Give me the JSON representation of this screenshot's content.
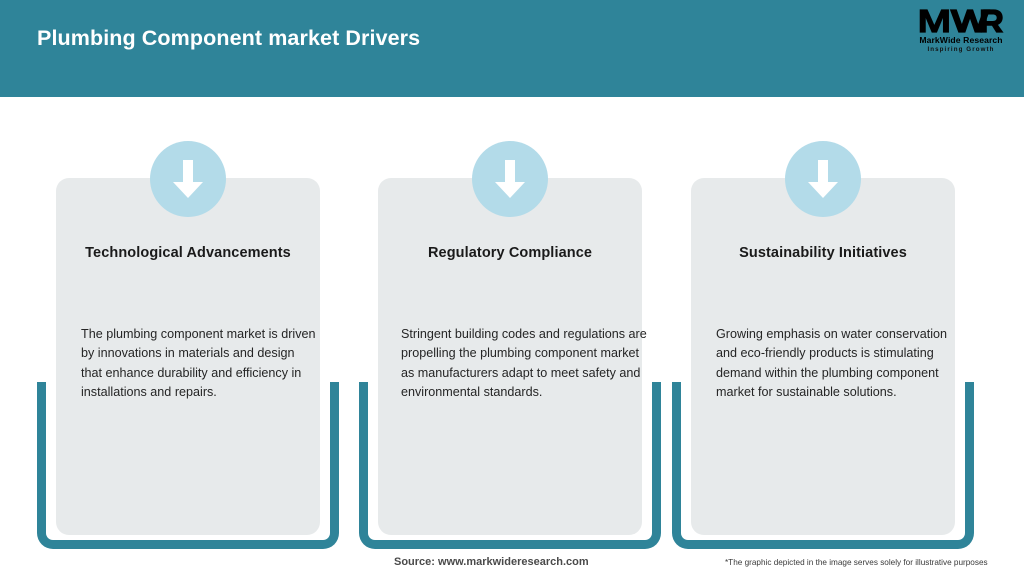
{
  "header": {
    "title": "Plumbing Component market Drivers",
    "background_color": "#2f8499",
    "title_color": "#ffffff"
  },
  "logo": {
    "mark_text": "MWR",
    "name": "MarkWide Research",
    "tagline": "Inspiring Growth"
  },
  "cards": [
    {
      "icon": "down-arrow-icon",
      "title": "Technological Advancements",
      "body": "The plumbing component market is driven by innovations in materials and design that enhance durability and efficiency in installations and repairs."
    },
    {
      "icon": "down-arrow-icon",
      "title": "Regulatory Compliance",
      "body": "Stringent building codes and regulations are propelling the plumbing component market as manufacturers adapt to meet safety and environmental standards."
    },
    {
      "icon": "down-arrow-icon",
      "title": "Sustainability Initiatives",
      "body": "Growing emphasis on water conservation and eco-friendly products is stimulating demand within the plumbing component market for sustainable solutions."
    }
  ],
  "footer": {
    "source": "Source: www.markwideresearch.com",
    "disclaimer": "*The graphic depicted in the image serves solely for illustrative purposes"
  },
  "colors": {
    "teal": "#2f8499",
    "panel_gray": "#e7eaeb",
    "badge_blue": "#b3dbe9",
    "arrow_white": "#ffffff"
  }
}
